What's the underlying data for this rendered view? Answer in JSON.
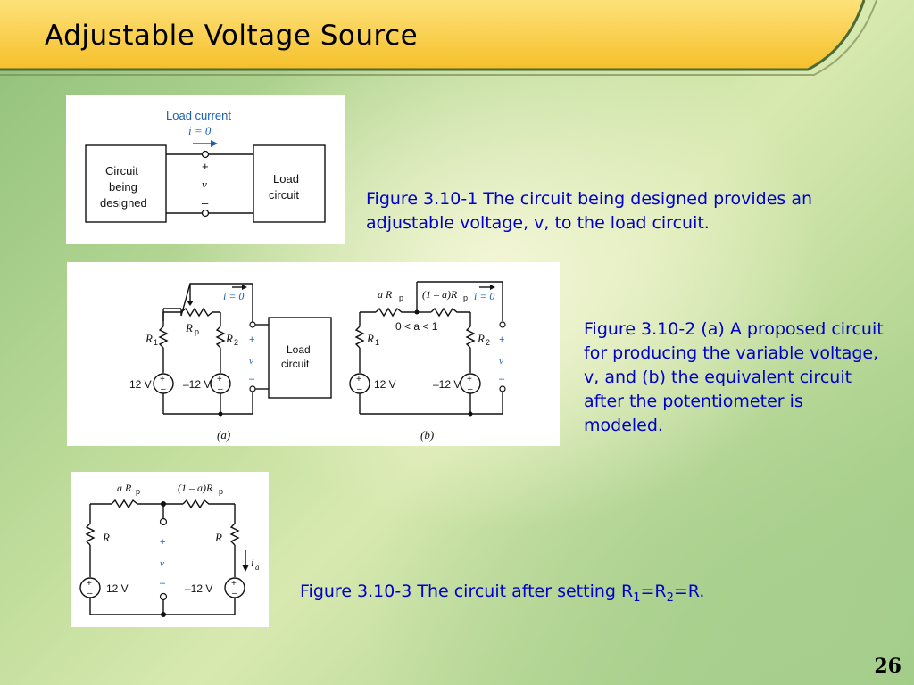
{
  "slide": {
    "title": "Adjustable Voltage Source",
    "page_number": "26"
  },
  "figures": [
    {
      "caption": "Figure 3.10-1 The circuit being designed provides an adjustable voltage, v, to the load circuit.",
      "labels": {
        "load_current": "Load current",
        "i_zero": "i = 0",
        "plus": "+",
        "v": "v",
        "minus": "–",
        "circuit_line1": "Circuit",
        "circuit_line2": "being",
        "circuit_line3": "designed",
        "load_line1": "Load",
        "load_line2": "circuit"
      }
    },
    {
      "caption": "Figure 3.10-2 (a) A proposed circuit for producing the variable voltage, v, and (b) the equivalent circuit after the potentiometer is modeled.",
      "labels": {
        "i_zero": "i = 0",
        "rp": "R",
        "rp_sub": "p",
        "r1": "R",
        "r1_sub": "1",
        "r2": "R",
        "r2_sub": "2",
        "plus": "+",
        "v": "v",
        "minus": "–",
        "v12": "12 V",
        "vneg12": "–12 V",
        "load_line1": "Load",
        "load_line2": "circuit",
        "a_label": "(a)",
        "b_label": "(b)",
        "a_rp": "a R",
        "one_minus_a_rp": "(1 – a)R",
        "range": "0 < a < 1"
      }
    },
    {
      "caption_main": "Figure 3.10-3 The circuit after setting R",
      "caption_sub1": "1",
      "caption_eq": "=R",
      "caption_sub2": "2",
      "caption_end": "=R.",
      "labels": {
        "a_rp": "a R",
        "one_minus_a_rp": "(1 – a)R",
        "rp_sub": "p",
        "r": "R",
        "plus": "+",
        "v": "v",
        "minus": "–",
        "v12": "12 V",
        "vneg12": "–12 V",
        "ia": "i",
        "ia_sub": "a"
      }
    }
  ]
}
